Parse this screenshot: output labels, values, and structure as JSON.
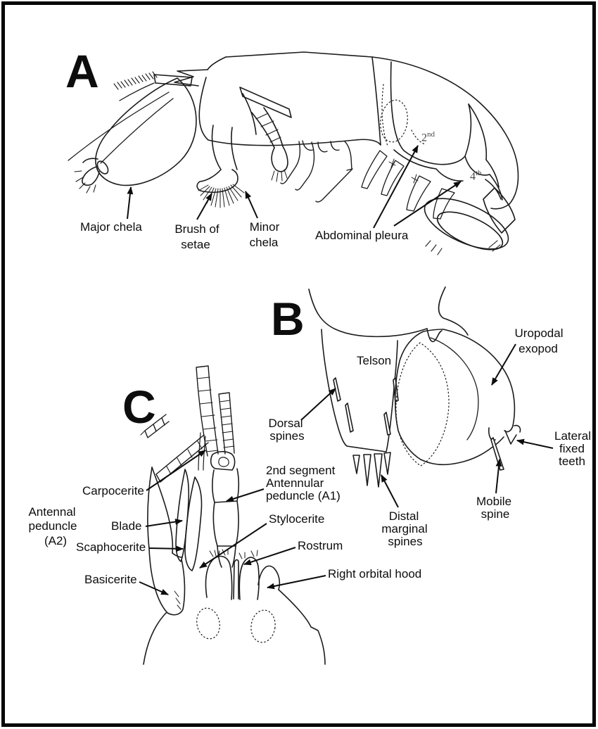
{
  "colors": {
    "ink": "#1b1b1b",
    "label_text": "#0d0d0d",
    "segment_number": "#474747",
    "background": "#ffffff"
  },
  "panel_a": {
    "letter": "A",
    "labels": {
      "major_chela": "Major chela",
      "brush_of_setae": [
        "Brush of",
        "setae"
      ],
      "minor_chela": [
        "Minor",
        "chela"
      ],
      "abdominal_pleura": "Abdominal pleura",
      "pleuron_2_base": "2",
      "pleuron_2_sup": "nd",
      "pleuron_4_base": "4",
      "pleuron_4_sup": "th"
    }
  },
  "panel_b": {
    "letter": "B",
    "labels": {
      "telson": "Telson",
      "uropodal_exopod": [
        "Uropodal",
        "exopod"
      ],
      "dorsal_spines": [
        "Dorsal",
        "spines"
      ],
      "lateral_fixed_teeth": [
        "Lateral",
        "fixed",
        "teeth"
      ],
      "distal_marginal_spines": [
        "Distal",
        "marginal",
        "spines"
      ],
      "mobile_spine": [
        "Mobile",
        "spine"
      ]
    }
  },
  "panel_c": {
    "letter": "C",
    "labels": {
      "carpocerite": "Carpocerite",
      "antennal_peduncle_a2": [
        "Antennal",
        "peduncle",
        "(A2)"
      ],
      "blade": "Blade",
      "scaphocerite": "Scaphocerite",
      "basicerite": "Basicerite",
      "antennular_peduncle_a1": [
        "2nd segment",
        "Antennular",
        "peduncle (A1)"
      ],
      "stylocerite": "Stylocerite",
      "rostrum": "Rostrum",
      "right_orbital_hood": "Right orbital hood"
    }
  }
}
